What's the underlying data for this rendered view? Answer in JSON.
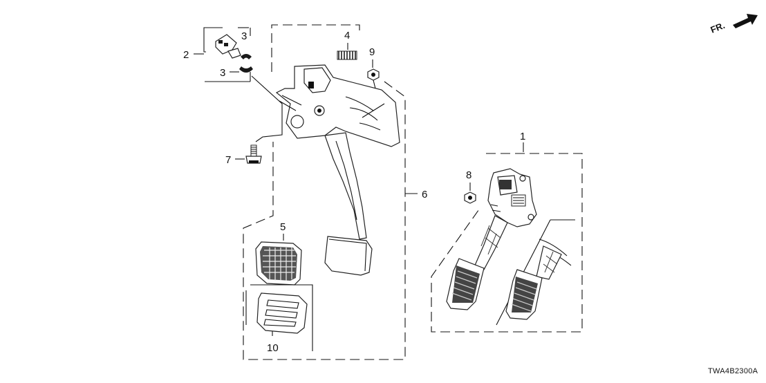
{
  "callouts": {
    "c1": "1",
    "c2": "2",
    "c3a": "3",
    "c3b": "3",
    "c4": "4",
    "c5": "5",
    "c6": "6",
    "c7": "7",
    "c8": "8",
    "c9": "9",
    "c10": "10"
  },
  "direction_label": "FR.",
  "diagram_code": "TWA4B2300A"
}
